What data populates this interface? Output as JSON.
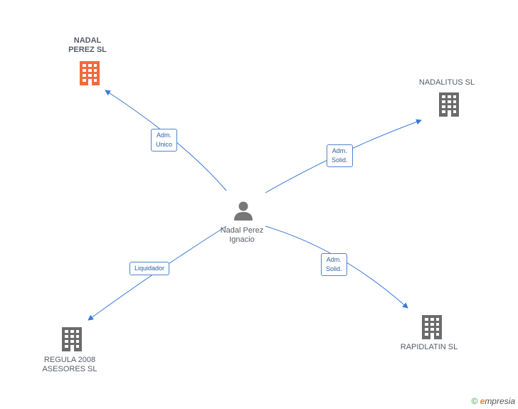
{
  "center": {
    "name": "Nadal Perez\nIgnacio",
    "icon": "person-icon"
  },
  "companies": [
    {
      "id": "nadal-perez",
      "name": "NADAL\nPEREZ SL",
      "icon": "building-icon",
      "color": "#f26a3d",
      "bold": true
    },
    {
      "id": "nadalitus",
      "name": "NADALITUS SL",
      "icon": "building-icon",
      "color": "#6b6b6b",
      "bold": false
    },
    {
      "id": "regula",
      "name": "REGULA 2008\nASESORES SL",
      "icon": "building-icon",
      "color": "#6b6b6b",
      "bold": false
    },
    {
      "id": "rapidlatin",
      "name": "RAPIDLATIN SL",
      "icon": "building-icon",
      "color": "#6b6b6b",
      "bold": false
    }
  ],
  "roles": {
    "nadal-perez": "Adm.\nUnico",
    "nadalitus": "Adm.\nSolid.",
    "regula": "Liquidador",
    "rapidlatin": "Adm.\nSolid."
  },
  "colors": {
    "edge": "#3a7bd5",
    "person": "#777777"
  },
  "footer": {
    "copyright": "©",
    "brand_e": "e",
    "brand_rest": "mpresia"
  }
}
